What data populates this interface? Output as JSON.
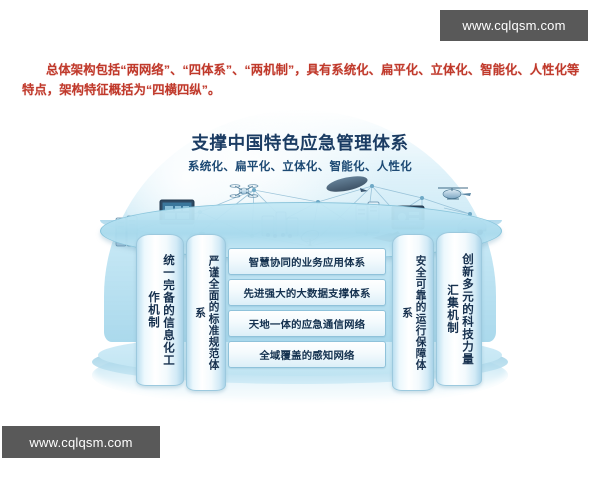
{
  "watermarks": {
    "top": "www.cqlqsm.com",
    "bottom": "www.cqlqsm.com"
  },
  "headline": "总体架构包括“两网络”、“四体系”、“两机制”，具有系统化、扁平化、立体化、智能化、人性化等特点，架构特征概括为“四横四纵”。",
  "diagram": {
    "dome": {
      "title": "支撑中国特色应急管理体系",
      "subtitle": "系统化、扁平化、立体化、智能化、人性化"
    },
    "pillars": [
      {
        "id": "pillar-1",
        "label": "统一完备的信息化工作机制"
      },
      {
        "id": "pillar-2",
        "label": "严谨全面的标准规范体系"
      },
      {
        "id": "pillar-3",
        "label": "安全可靠的运行保障体系"
      },
      {
        "id": "pillar-4",
        "label": "创新多元的科技力量汇集机制"
      }
    ],
    "layers": [
      {
        "id": "layer-business",
        "label": "智慧协同的业务应用体系"
      },
      {
        "id": "layer-bigdata",
        "label": "先进强大的大数据支撑体系"
      },
      {
        "id": "layer-comms",
        "label": "天地一体的应急通信网络"
      },
      {
        "id": "layer-sensing",
        "label": "全域覆盖的感知网络"
      }
    ],
    "scene_icons": [
      "server-rack-icon",
      "surveillance-monitor-icon",
      "drone-icon",
      "airship-icon",
      "helicopter-icon",
      "ambulance-van-icon",
      "command-vehicle-icon",
      "satellite-dish-icon",
      "uav-fixed-wing-icon",
      "data-center-icon",
      "control-monitor-icon",
      "emergency-team-icon"
    ],
    "colors": {
      "headline": "#c0392b",
      "dome_fill": "#bae2f2",
      "deck": "#a7d9ec",
      "pillar_edge": "#9cc9de",
      "layer_border": "#8fc2da",
      "text_dark": "#16304e",
      "watermark_bg": "#595959"
    }
  }
}
